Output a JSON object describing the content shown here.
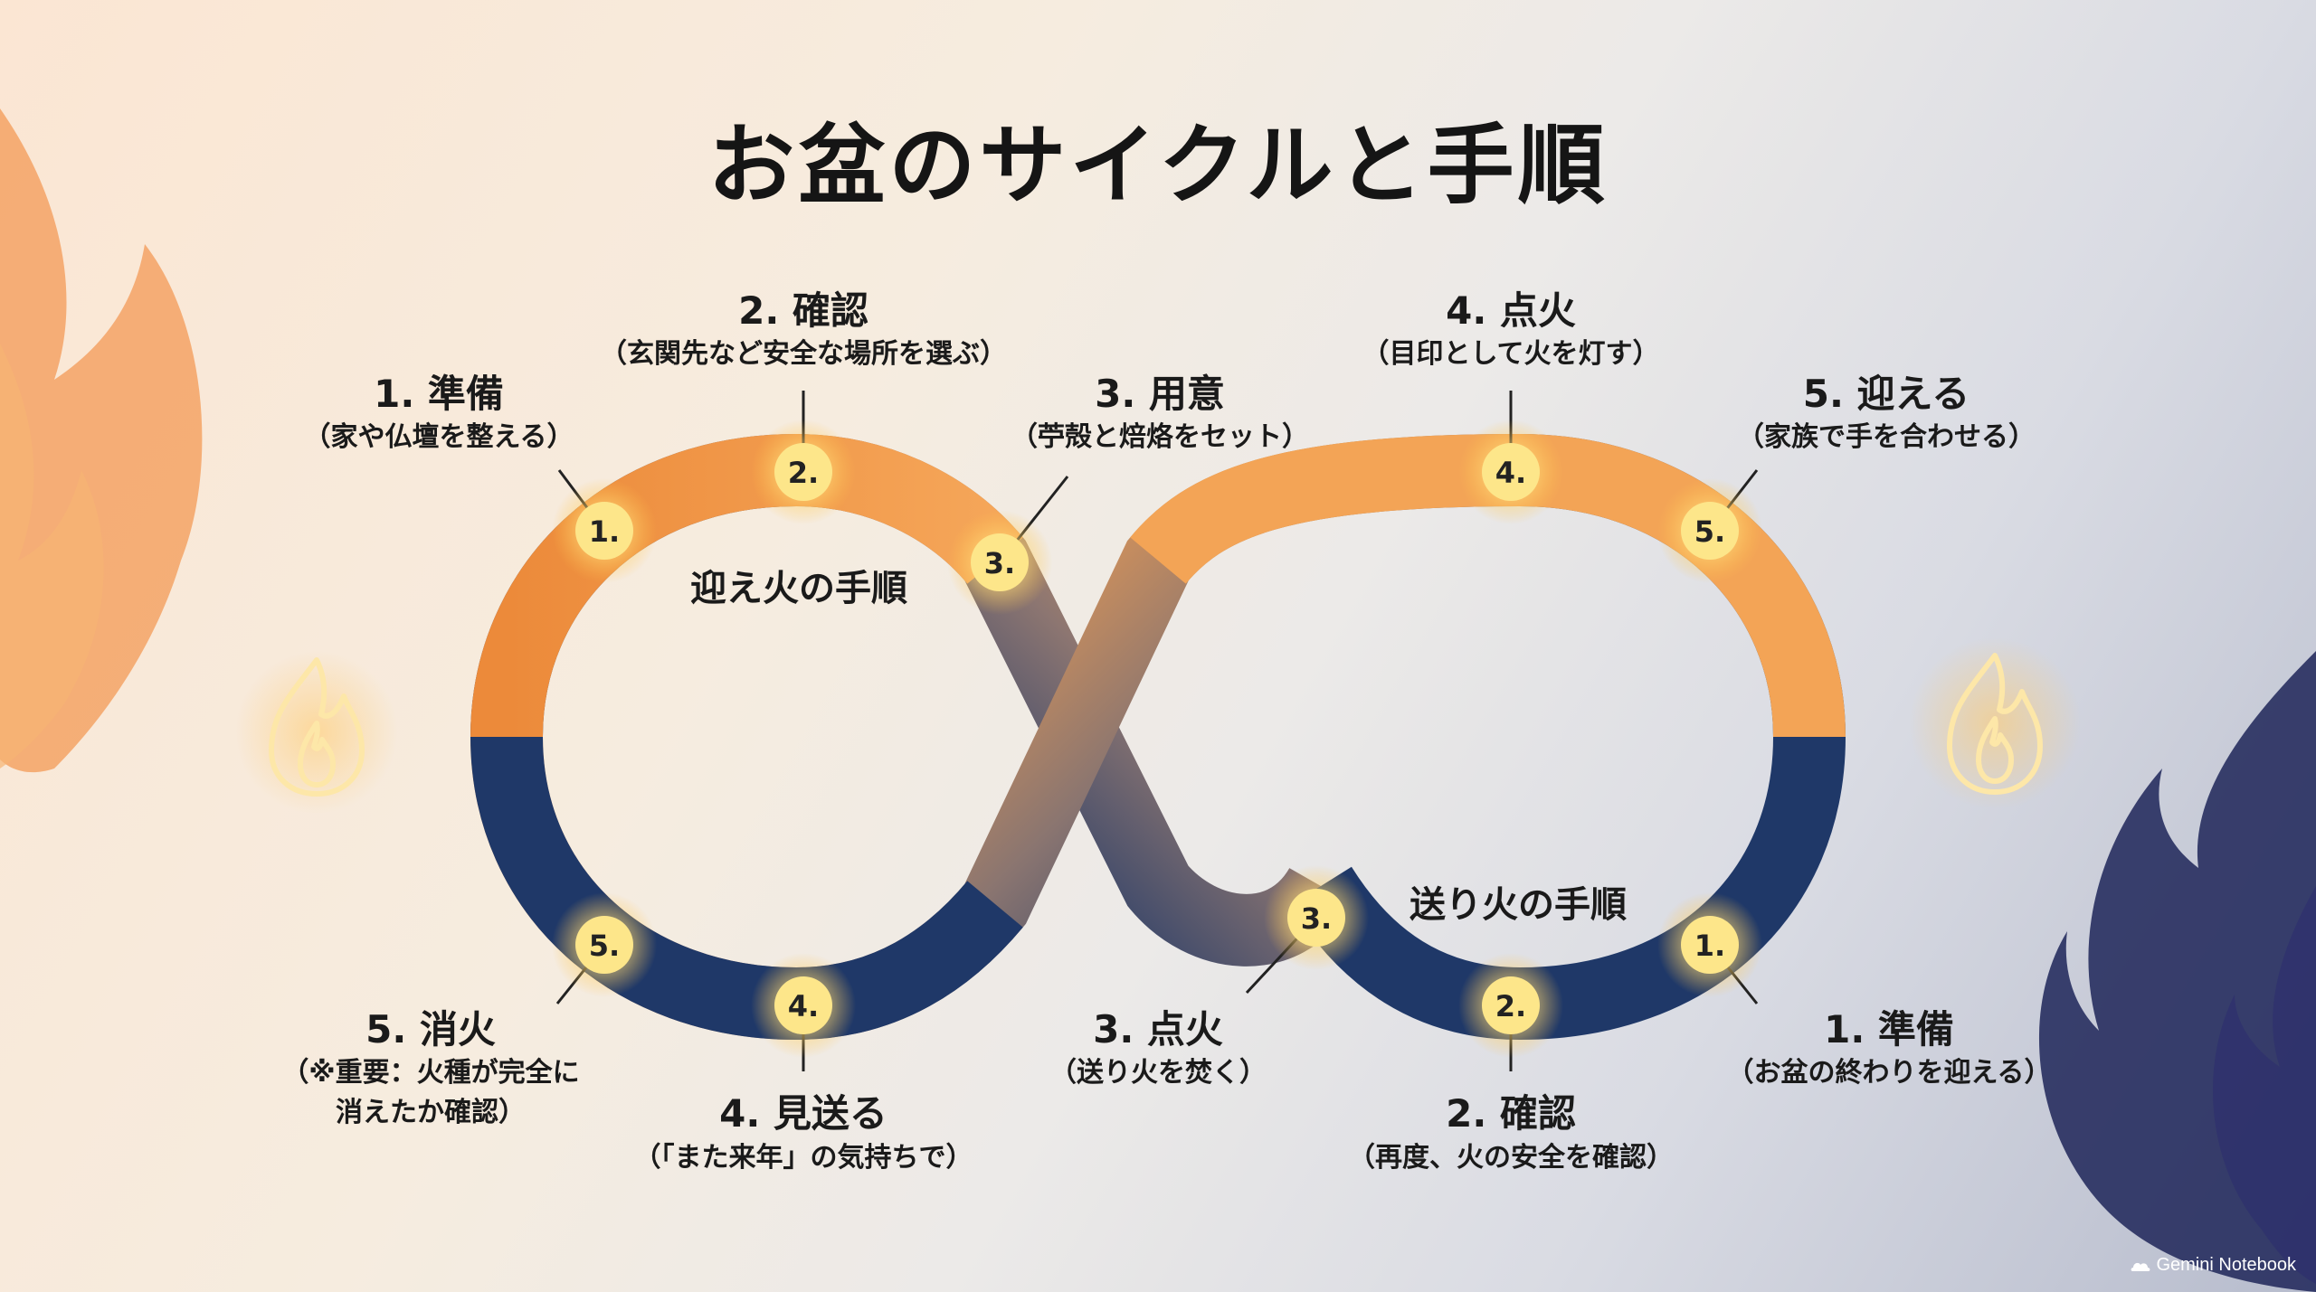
{
  "title": "お盆のサイクルと手順",
  "mukaebi": {
    "label": "迎え火の手順",
    "steps": [
      {
        "num": "1.",
        "title": "1. 準備",
        "desc": "（家や仏壇を整える）"
      },
      {
        "num": "2.",
        "title": "2. 確認",
        "desc": "（玄関先など安全な場所を選ぶ）"
      },
      {
        "num": "3.",
        "title": "3. 用意",
        "desc": "（苧殻と焙烙をセット）"
      },
      {
        "num": "4.",
        "title": "4. 点火",
        "desc": "（目印として火を灯す）"
      },
      {
        "num": "5.",
        "title": "5. 迎える",
        "desc": "（家族で手を合わせる）"
      }
    ]
  },
  "okuribi": {
    "label": "送り火の手順",
    "steps": [
      {
        "num": "1.",
        "title": "1. 準備",
        "desc": "（お盆の終わりを迎える）"
      },
      {
        "num": "2.",
        "title": "2. 確認",
        "desc": "（再度、火の安全を確認）"
      },
      {
        "num": "3.",
        "title": "3. 点火",
        "desc": "（送り火を焚く）"
      },
      {
        "num": "4.",
        "title": "4. 見送る",
        "desc": "（「また来年」の気持ちで）"
      },
      {
        "num": "5.",
        "title": "5. 消火",
        "desc_line1": "（※重要：火種が完全に",
        "desc_line2": "消えたか確認）"
      }
    ]
  },
  "watermark": "Gemini Notebook",
  "colors": {
    "orange": "#f0a055",
    "navy": "#1f3868",
    "node": "#fde68a"
  },
  "icons": [
    "flame-icon",
    "flame-outline-icon",
    "cloud-icon"
  ]
}
